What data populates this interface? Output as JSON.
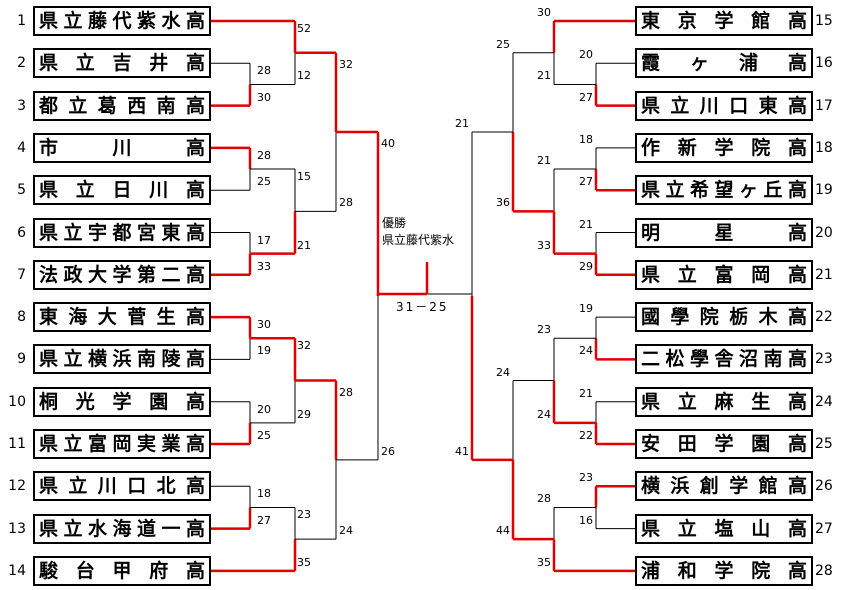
{
  "colors": {
    "win": "#e00000",
    "line": "#000000"
  },
  "left_teams": [
    {
      "seed": "1",
      "name": "県立藤代紫水高"
    },
    {
      "seed": "2",
      "name": "県立吉井高"
    },
    {
      "seed": "3",
      "name": "都立葛西南高"
    },
    {
      "seed": "4",
      "name": "市川高"
    },
    {
      "seed": "5",
      "name": "県立日川高"
    },
    {
      "seed": "6",
      "name": "県立宇都宮東高"
    },
    {
      "seed": "7",
      "name": "法政大学第二高"
    },
    {
      "seed": "8",
      "name": "東海大菅生高"
    },
    {
      "seed": "9",
      "name": "県立横浜南陵高"
    },
    {
      "seed": "10",
      "name": "桐光学園高"
    },
    {
      "seed": "11",
      "name": "県立富岡実業高"
    },
    {
      "seed": "12",
      "name": "県立川口北高"
    },
    {
      "seed": "13",
      "name": "県立水海道一高"
    },
    {
      "seed": "14",
      "name": "駿台甲府高"
    }
  ],
  "right_teams": [
    {
      "seed": "15",
      "name": "東京学館高"
    },
    {
      "seed": "16",
      "name": "霞ヶ浦高"
    },
    {
      "seed": "17",
      "name": "県立川口東高"
    },
    {
      "seed": "18",
      "name": "作新学院高"
    },
    {
      "seed": "19",
      "name": "県立希望ヶ丘高"
    },
    {
      "seed": "20",
      "name": "明星高"
    },
    {
      "seed": "21",
      "name": "県立富岡高"
    },
    {
      "seed": "22",
      "name": "國學院栃木高"
    },
    {
      "seed": "23",
      "name": "二松學舎沼南高"
    },
    {
      "seed": "24",
      "name": "県立麻生高"
    },
    {
      "seed": "25",
      "name": "安田学園高"
    },
    {
      "seed": "26",
      "name": "横浜創学館高"
    },
    {
      "seed": "27",
      "name": "県立塩山高"
    },
    {
      "seed": "28",
      "name": "浦和学院高"
    }
  ],
  "scores": {
    "l_r1_a": [
      "28",
      "30"
    ],
    "l_r1_b": [
      "28",
      "25"
    ],
    "l_r1_c": [
      "17",
      "33"
    ],
    "l_r1_d": [
      "30",
      "19"
    ],
    "l_r1_e": [
      "20",
      "25"
    ],
    "l_r1_f": [
      "18",
      "27"
    ],
    "l_r2_a": [
      "52",
      "12"
    ],
    "l_r2_b": [
      "15",
      "21"
    ],
    "l_r2_c": [
      "32",
      "29"
    ],
    "l_r2_d": [
      "23",
      "35"
    ],
    "l_r3_a": [
      "32",
      "28"
    ],
    "l_r3_b": [
      "28",
      "24"
    ],
    "l_sf": [
      "40",
      "26"
    ],
    "r_r1_a": [
      "20",
      "27"
    ],
    "r_r1_b": [
      "18",
      "27"
    ],
    "r_r1_c": [
      "21",
      "29"
    ],
    "r_r1_d": [
      "19",
      "24"
    ],
    "r_r1_e": [
      "21",
      "22"
    ],
    "r_r1_f": [
      "23",
      "16"
    ],
    "r_r2_a": [
      "30",
      "21"
    ],
    "r_r2_b": [
      "21",
      "33"
    ],
    "r_r2_c": [
      "23",
      "24"
    ],
    "r_r2_d": [
      "28",
      "35"
    ],
    "r_r3_a": [
      "25",
      "36"
    ],
    "r_r3_b": [
      "24",
      "44"
    ],
    "r_sf": [
      "21",
      "41"
    ]
  },
  "champion": {
    "label": "優勝",
    "team": "県立藤代紫水"
  },
  "final_score": "31－25"
}
